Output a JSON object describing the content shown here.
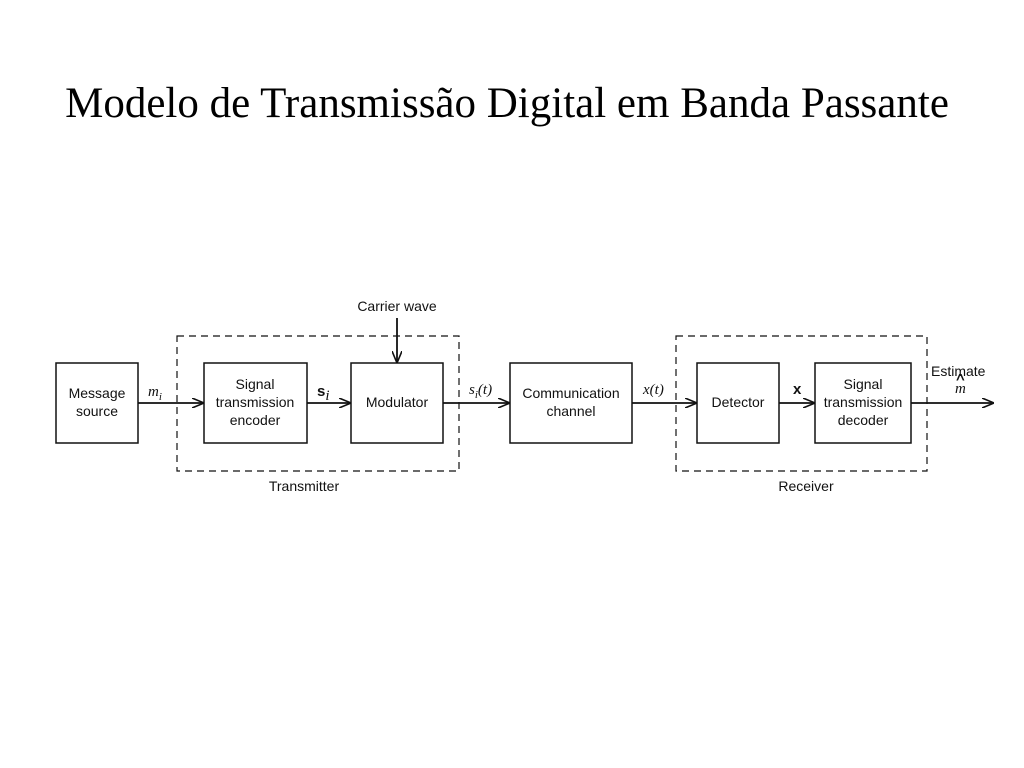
{
  "title": "Modelo de Transmissão Digital em Banda Passante",
  "diagram": {
    "carrier_label": "Carrier wave",
    "transmitter_label": "Transmitter",
    "receiver_label": "Receiver",
    "blocks": {
      "message_source": [
        "Message",
        "source"
      ],
      "encoder": [
        "Signal",
        "transmission",
        "encoder"
      ],
      "modulator": [
        "Modulator"
      ],
      "channel": [
        "Communication",
        "channel"
      ],
      "detector": [
        "Detector"
      ],
      "decoder": [
        "Signal",
        "transmission",
        "decoder"
      ]
    },
    "signals": {
      "m": "m",
      "m_sub": "i",
      "s_vec": "s",
      "s_vec_sub": "i",
      "s_t": "s",
      "s_t_sub": "i",
      "s_t_arg": "(t)",
      "x_t": "x(t)",
      "x_vec": "x",
      "estimate": "Estimate",
      "m_hat": "m",
      "hat": "^"
    }
  }
}
